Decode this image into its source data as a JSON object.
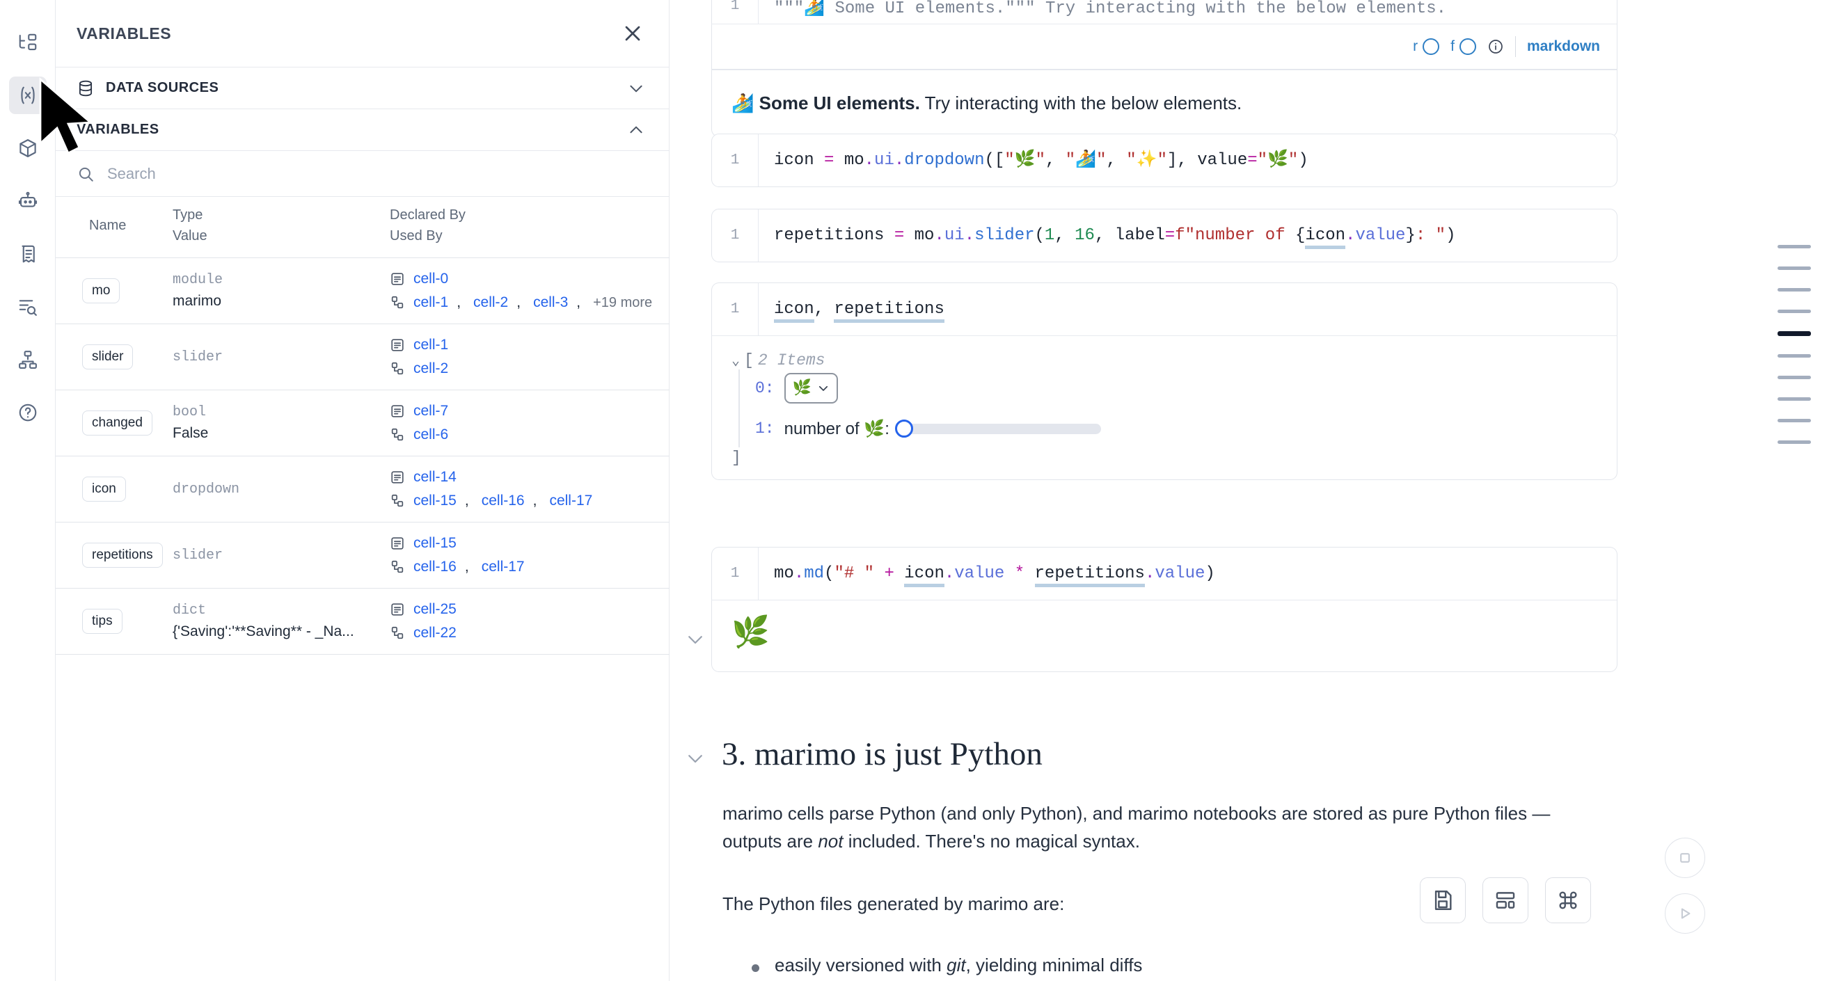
{
  "rail": {
    "items": [
      {
        "name": "file-tree-icon",
        "label": "File explorer"
      },
      {
        "name": "variables-icon",
        "label": "Variables",
        "active": true
      },
      {
        "name": "package-icon",
        "label": "Packages"
      },
      {
        "name": "robot-icon",
        "label": "Chat"
      },
      {
        "name": "scratchpad-icon",
        "label": "Scratchpad"
      },
      {
        "name": "search-panel-icon",
        "label": "Find"
      },
      {
        "name": "dependency-icon",
        "label": "Dependencies"
      },
      {
        "name": "help-icon",
        "label": "Help"
      }
    ]
  },
  "panel": {
    "title": "VARIABLES",
    "close_label": "×",
    "sections": [
      {
        "label": "DATA SOURCES",
        "icon": "database-icon",
        "expanded": false
      },
      {
        "label": "VARIABLES",
        "icon": "",
        "expanded": true
      }
    ],
    "search": {
      "placeholder": "Search",
      "value": ""
    },
    "table": {
      "headers": {
        "name": "Name",
        "type": "Type",
        "value": "Value",
        "declared_by": "Declared By",
        "used_by": "Used By"
      },
      "rows": [
        {
          "name": "mo",
          "type": "module",
          "value": "marimo",
          "declared_by": [
            "cell-0"
          ],
          "used_by": [
            "cell-1",
            "cell-2",
            "cell-3"
          ],
          "used_by_more": "+19 more"
        },
        {
          "name": "slider",
          "type": "slider",
          "value": "",
          "declared_by": [
            "cell-1"
          ],
          "used_by": [
            "cell-2"
          ],
          "used_by_more": ""
        },
        {
          "name": "changed",
          "type": "bool",
          "value": "False",
          "declared_by": [
            "cell-7"
          ],
          "used_by": [
            "cell-6"
          ],
          "used_by_more": ""
        },
        {
          "name": "icon",
          "type": "dropdown",
          "value": "",
          "declared_by": [
            "cell-14"
          ],
          "used_by": [
            "cell-15",
            "cell-16",
            "cell-17"
          ],
          "used_by_more": ""
        },
        {
          "name": "repetitions",
          "type": "slider",
          "value": "",
          "declared_by": [
            "cell-15"
          ],
          "used_by": [
            "cell-16",
            "cell-17"
          ],
          "used_by_more": ""
        },
        {
          "name": "tips",
          "type": "dict",
          "value": "{'Saving':'**Saving** - _Na...",
          "declared_by": [
            "cell-25"
          ],
          "used_by": [
            "cell-22"
          ],
          "used_by_more": ""
        }
      ]
    }
  },
  "notebook": {
    "top_cell": {
      "line_no": "1",
      "code_partial": "\"\"\"🏄 Some UI elements.\"\"\" Try interacting with the below elements.",
      "toolbar": {
        "r_label": "r",
        "f_label": "f",
        "info_icon": "info-icon",
        "language": "markdown",
        "menu_icon": "hamburger-icon",
        "settings_icon": "gear-icon",
        "delete_icon": "close-icon"
      },
      "output_bold": "Some UI elements.",
      "output_rest": " Try interacting with the below elements.",
      "output_emoji": "🏄"
    },
    "cells": [
      {
        "line_no": "1",
        "id": "cell-dropdown",
        "code_html": "icon = mo.ui.dropdown([\"🌿\", \"🏄\", \"✨\"], value=\"🌿\")"
      },
      {
        "line_no": "1",
        "id": "cell-slider",
        "code_html": "repetitions = mo.ui.slider(1, 16, label=f\"number of {icon.value}: \")"
      },
      {
        "line_no": "1",
        "id": "cell-display",
        "code_html": "icon, repetitions"
      },
      {
        "line_no": "1",
        "id": "cell-md",
        "code_html": "mo.md(\"# \" + icon.value * repetitions.value)"
      }
    ],
    "repr_output": {
      "caret": "⌄",
      "open_bracket": "[",
      "items_label": "2 Items",
      "close_bracket": "]",
      "row0_index": "0:",
      "row0_value": "🌿",
      "row1_index": "1:",
      "row1_label": "number of 🌿:",
      "slider_value": 1,
      "slider_min": 1,
      "slider_max": 16
    },
    "md_output_emoji": "🌿",
    "heading": "3. marimo is just Python",
    "paragraphs": [
      {
        "pre": "marimo cells parse Python (and only Python), and marimo notebooks are stored as pure Python files — outputs are ",
        "em": "not",
        "post": " included. There's no magical syntax."
      },
      {
        "pre": "The Python files generated by marimo are:",
        "em": "",
        "post": ""
      }
    ],
    "bullets": [
      {
        "pre": "easily versioned with ",
        "em": "git",
        "post": ", yielding minimal diffs"
      }
    ]
  },
  "minimap": {
    "lines": [
      {
        "active": false
      },
      {
        "active": false
      },
      {
        "active": false
      },
      {
        "active": false
      },
      {
        "active": true
      },
      {
        "active": false
      },
      {
        "active": false
      },
      {
        "active": false
      },
      {
        "active": false
      },
      {
        "active": false
      }
    ]
  },
  "fabs": [
    {
      "name": "save-button",
      "icon": "save-icon"
    },
    {
      "name": "layout-button",
      "icon": "layout-icon"
    },
    {
      "name": "command-palette-button",
      "icon": "command-icon"
    }
  ],
  "run_controls": [
    {
      "name": "interrupt-button",
      "icon": "stop-icon"
    },
    {
      "name": "run-all-button",
      "icon": "play-icon"
    }
  ]
}
